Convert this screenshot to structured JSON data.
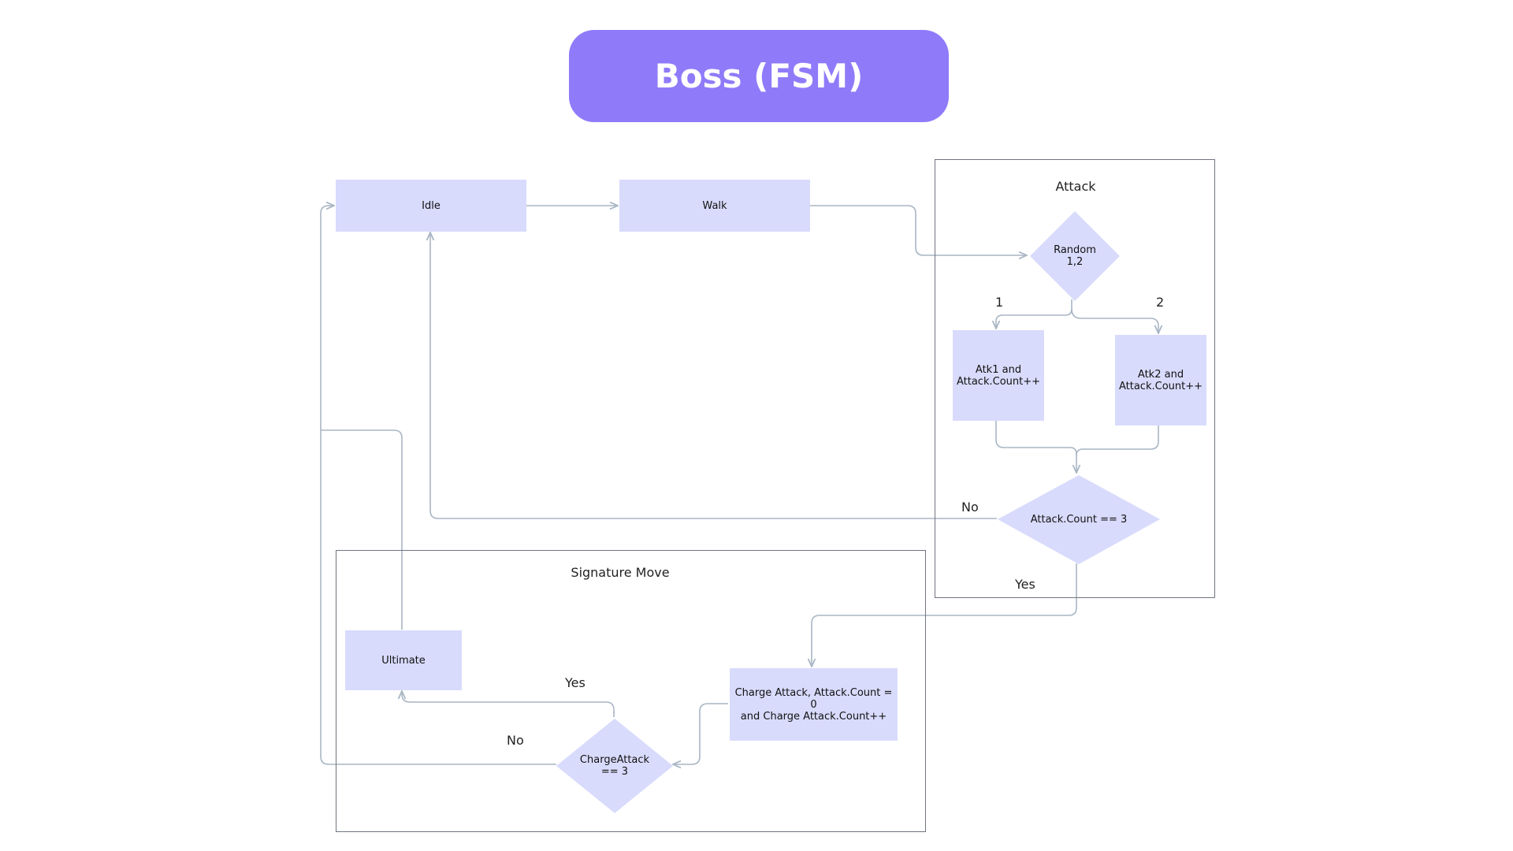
{
  "title": "Boss (FSM)",
  "colors": {
    "title_fill": "#8F7BF9",
    "node_fill": "#D9DBFC",
    "connector": "#A9B6C4",
    "group_border": "#707580"
  },
  "groups": {
    "attack": "Attack",
    "signature": "Signature Move"
  },
  "nodes": {
    "idle": "Idle",
    "walk": "Walk",
    "random": "Random\n1,2",
    "atk1": "Atk1 and\nAttack.Count++",
    "atk2": "Atk2 and\nAttack.Count++",
    "attack_count_check": "Attack.Count == 3",
    "charge_attack": "Charge Attack, Attack.Count = 0\nand Charge Attack.Count++",
    "charge_check": "ChargeAttack\n== 3",
    "ultimate": "Ultimate"
  },
  "edge_labels": {
    "branch_1": "1",
    "branch_2": "2",
    "attack_no": "No",
    "attack_yes": "Yes",
    "charge_yes": "Yes",
    "charge_no": "No"
  }
}
